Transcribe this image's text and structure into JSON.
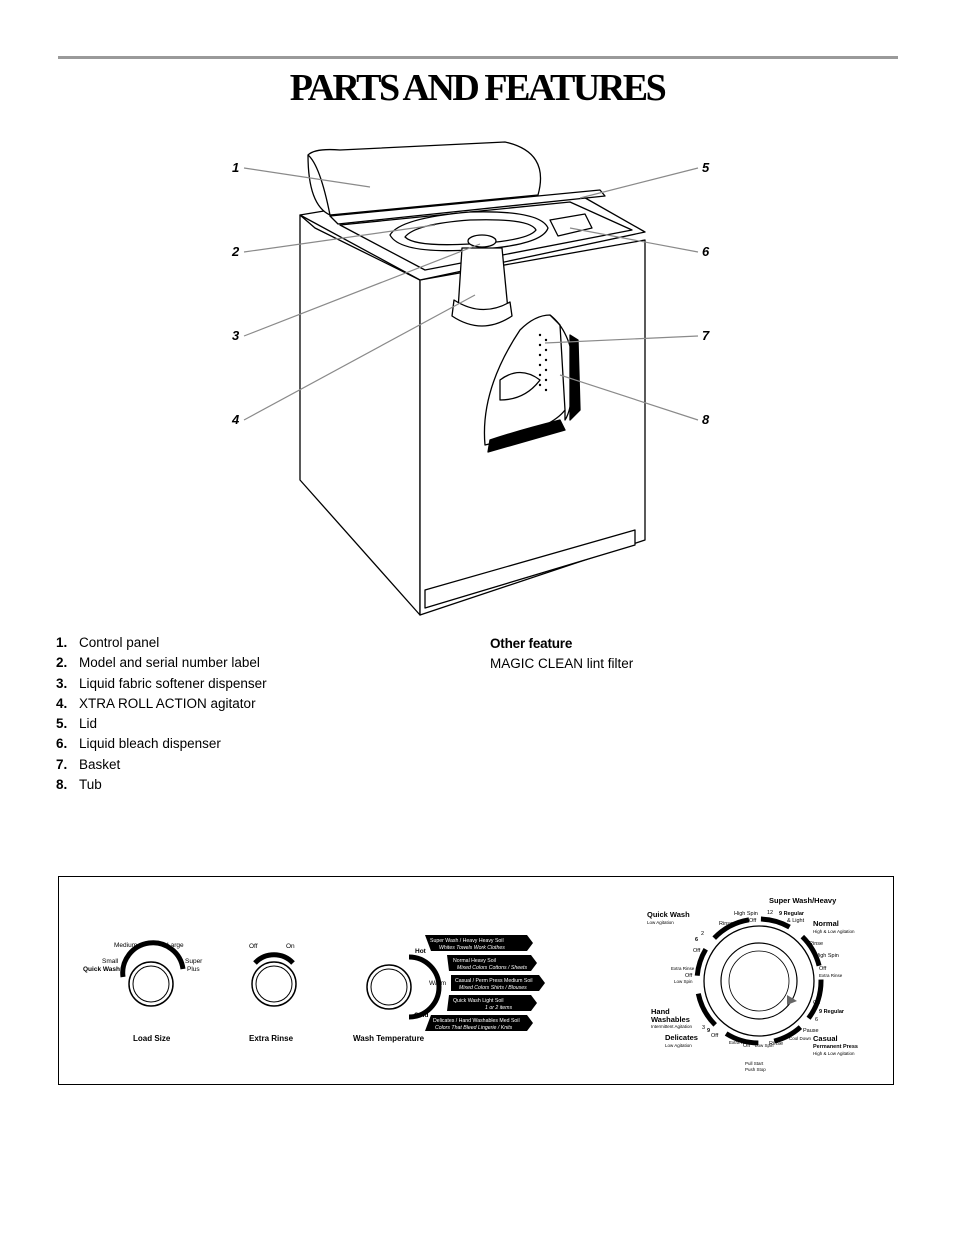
{
  "page": {
    "title": "PARTS AND FEATURES"
  },
  "diagram": {
    "callouts": [
      "1",
      "2",
      "3",
      "4",
      "5",
      "6",
      "7",
      "8"
    ]
  },
  "parts": [
    {
      "num": "1.",
      "label": "Control panel"
    },
    {
      "num": "2.",
      "label": "Model and serial number label"
    },
    {
      "num": "3.",
      "label": "Liquid fabric softener dispenser"
    },
    {
      "num": "4.",
      "label": "XTRA ROLL ACTION agitator"
    },
    {
      "num": "5.",
      "label": "Lid"
    },
    {
      "num": "6.",
      "label": "Liquid bleach dispenser"
    },
    {
      "num": "7.",
      "label": "Basket"
    },
    {
      "num": "8.",
      "label": "Tub"
    }
  ],
  "other_feature": {
    "heading": "Other feature",
    "item": "MAGIC CLEAN lint filter"
  },
  "control_panel": {
    "load_size": {
      "label": "Load Size",
      "small": "Small",
      "quick_wash": "Quick Wash",
      "medium": "Medium",
      "large": "Large",
      "super": "Super",
      "plus": "Plus"
    },
    "extra_rinse": {
      "label": "Extra Rinse",
      "off": "Off",
      "on": "On"
    },
    "wash_temperature": {
      "label": "Wash Temperature",
      "hot": "Hot",
      "warm": "Warm",
      "cold": "Cold",
      "guide": [
        {
          "line1": "Super Wash / Heavy Heavy Soil",
          "line2": "Whites  Towels  Work Clothes"
        },
        {
          "line1": "Normal Heavy Soil",
          "line2": "Mixed Colors   Cottons / Sheets"
        },
        {
          "line1": "Casual / Perm Press Medium Soil",
          "line2": "Mixed Colors   Shirts / Blouses"
        },
        {
          "line1": "Quick Wash Light Soil",
          "line2": "1 or 2 items"
        },
        {
          "line1": "Delicates / Hand Washables Med Soil",
          "line2": "Colors That Bleed   Lingerie / Knits"
        }
      ]
    },
    "cycle_dial": {
      "super_wash": "Super Wash/Heavy",
      "quick_wash": "Quick Wash",
      "quick_wash_sub": "Low Agitation",
      "normal": "Normal",
      "normal_sub": "High & Low Agitation",
      "hand_washables_1": "Hand",
      "hand_washables_2": "Washables",
      "hand_washables_sub": "Intermittent Agitation",
      "delicates": "Delicates",
      "delicates_sub": "Low Agitation",
      "casual": "Casual",
      "permanent_press": "Permanent Press",
      "casual_sub": "High & Low Agitation",
      "regular_1": "9  Regular",
      "regular_2": "& Light",
      "regular_3": "9  Regular",
      "off": "Off",
      "high_spin": "High Spin",
      "rinse": "Rinse",
      "extra_rinse": "Extra Rinse",
      "low_spin": "Low Spin",
      "pause": "Pause",
      "cool_down": "Cool Down",
      "pull_start": "Pull Start",
      "push_stop": "Push Stop",
      "n12": "12",
      "n6": "6",
      "n3": "3",
      "n2": "2",
      "n9": "9"
    }
  }
}
